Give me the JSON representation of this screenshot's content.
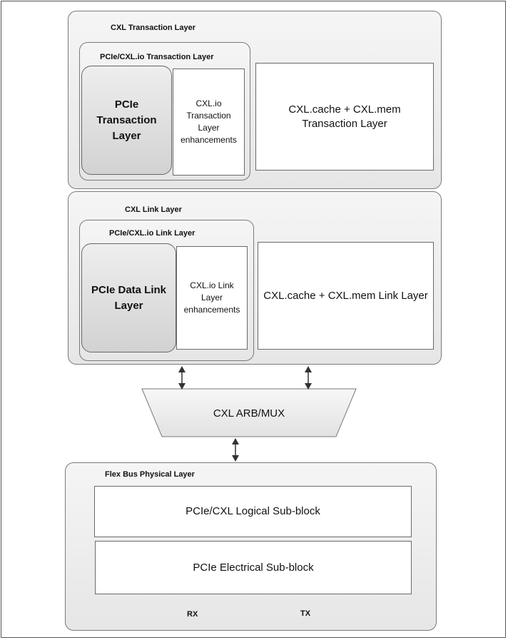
{
  "transaction_layer": {
    "title": "CXL Transaction Layer",
    "pcie_cxlio": {
      "title": "PCIe/CXL.io Transaction Layer",
      "pcie_block": "PCIe\nTransaction\nLayer",
      "cxlio_block": "CXL.io\nTransaction\nLayer\nenhancements"
    },
    "cache_mem_block": "CXL.cache + CXL.mem\nTransaction Layer"
  },
  "link_layer": {
    "title": "CXL Link Layer",
    "pcie_cxlio": {
      "title": "PCIe/CXL.io Link Layer",
      "pcie_block": "PCIe Data Link\nLayer",
      "cxlio_block": "CXL.io Link\nLayer\nenhancements"
    },
    "cache_mem_block": "CXL.cache + CXL.mem Link Layer"
  },
  "arb_mux": {
    "label": "CXL ARB/MUX"
  },
  "physical_layer": {
    "title": "Flex Bus Physical Layer",
    "logical_block": "PCIe/CXL Logical Sub-block",
    "electrical_block": "PCIe Electrical Sub-block",
    "rx_label": "RX",
    "tx_label": "TX"
  },
  "colors": {
    "border": "#7a7a7a",
    "gradient_light": "#f5f5f5",
    "gradient_dark": "#d2d2d2",
    "arrow": "#333333"
  }
}
